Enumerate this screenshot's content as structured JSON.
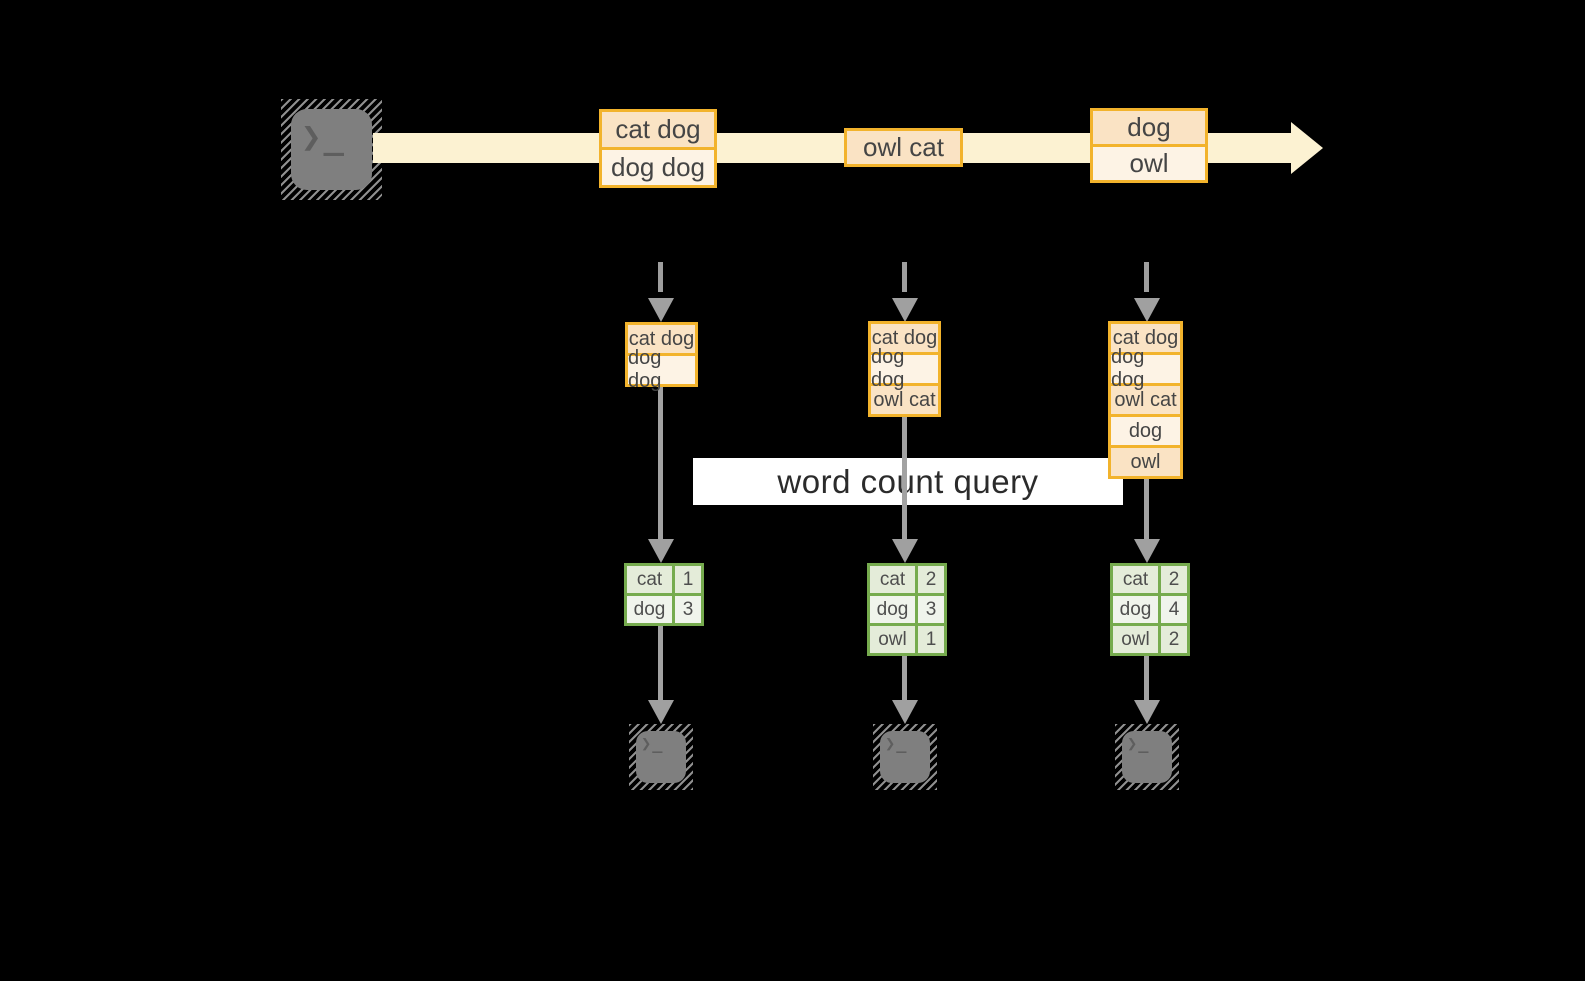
{
  "diagram": {
    "query_label": "word count query",
    "terminal_glyph": "❯_"
  },
  "stream": {
    "events": [
      {
        "lines": [
          "cat dog",
          "dog dog"
        ]
      },
      {
        "lines": [
          "owl cat"
        ]
      },
      {
        "lines": [
          "dog",
          "owl"
        ]
      }
    ]
  },
  "columns": [
    {
      "buffer": [
        "cat dog",
        "dog dog"
      ],
      "counts": [
        {
          "word": "cat",
          "count": "1"
        },
        {
          "word": "dog",
          "count": "3"
        }
      ]
    },
    {
      "buffer": [
        "cat dog",
        "dog dog",
        "owl cat"
      ],
      "counts": [
        {
          "word": "cat",
          "count": "2"
        },
        {
          "word": "dog",
          "count": "3"
        },
        {
          "word": "owl",
          "count": "1"
        }
      ]
    },
    {
      "buffer": [
        "cat dog",
        "dog dog",
        "owl cat",
        "dog",
        "owl"
      ],
      "counts": [
        {
          "word": "cat",
          "count": "2"
        },
        {
          "word": "dog",
          "count": "4"
        },
        {
          "word": "owl",
          "count": "2"
        }
      ]
    }
  ],
  "colors": {
    "accent_gold": "#f2b32c",
    "peach_dark": "#fae3c4",
    "peach_light": "#fdf3e5",
    "stream_band": "#fcf2d2",
    "green_border": "#76ab4e",
    "green_cell_dark": "#e4ecd9",
    "green_cell_light": "#f0f4ec",
    "arrow_gray": "#a0a0a0",
    "terminal_gray": "#7f7f7f"
  }
}
